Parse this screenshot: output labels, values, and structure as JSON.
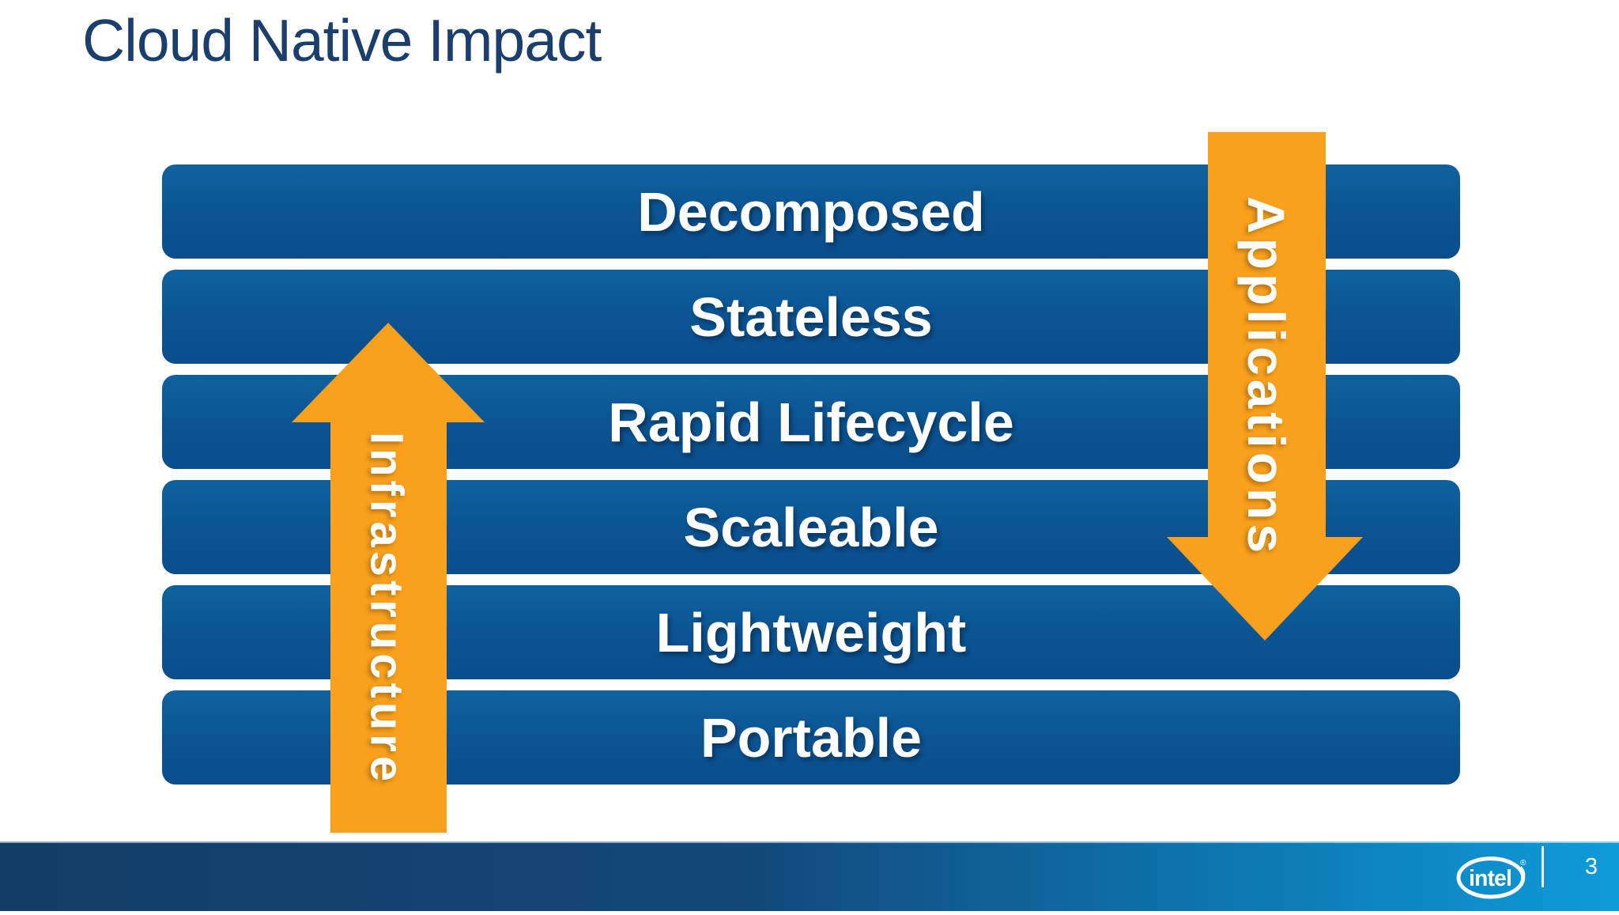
{
  "header": {
    "title": "Cloud Native Impact"
  },
  "bars": [
    "Decomposed",
    "Stateless",
    "Rapid Lifecycle",
    "Scaleable",
    "Lightweight",
    "Portable"
  ],
  "arrows": {
    "left": {
      "label": "Infrastructure",
      "direction": "up"
    },
    "right": {
      "label": "Applications",
      "direction": "down"
    }
  },
  "footer": {
    "brand": "intel",
    "registered": "®",
    "page_number": "3"
  },
  "colors": {
    "bar_blue": "#0b5393",
    "title_navy": "#1c3e6d",
    "arrow_orange": "#f9a01d",
    "footer_gradient_left": "#133e66",
    "footer_gradient_right": "#0f9bd9",
    "text_white": "#ffffff"
  }
}
